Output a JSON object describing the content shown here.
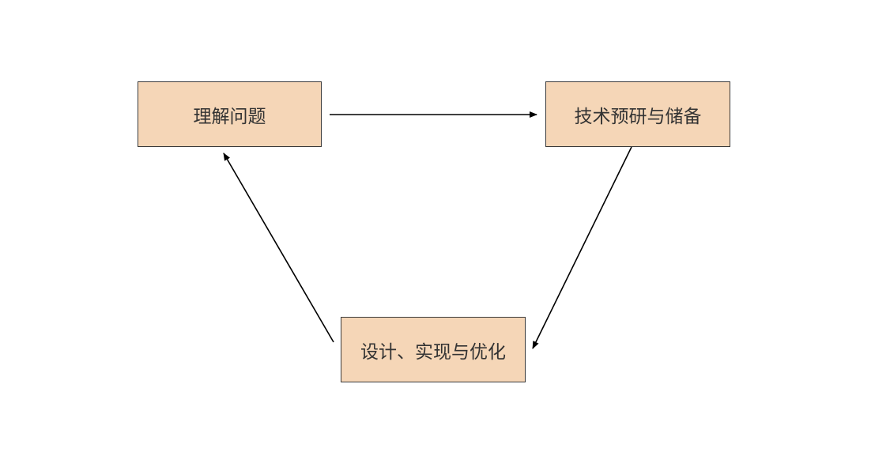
{
  "diagram": {
    "node_fill": "#f5d6b7",
    "stroke_color": "#000000",
    "nodes": [
      {
        "id": "understand",
        "label": "理解问题"
      },
      {
        "id": "research",
        "label": "技术预研与储备"
      },
      {
        "id": "design",
        "label": "设计、实现与优化"
      }
    ],
    "edges": [
      {
        "from": "understand",
        "to": "research"
      },
      {
        "from": "research",
        "to": "design"
      },
      {
        "from": "design",
        "to": "understand"
      }
    ]
  }
}
